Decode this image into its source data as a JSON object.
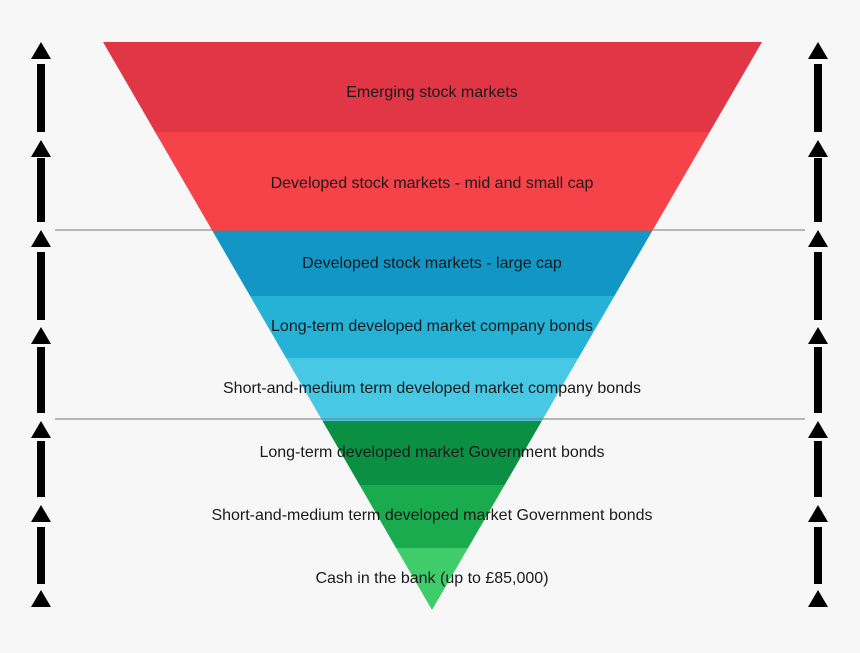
{
  "colors": {
    "background": "#f7f7f7",
    "arrows": "#000000",
    "divider_lines": "#777777",
    "text": "#1a1a1a"
  },
  "bands": [
    {
      "label": "Emerging stock markets",
      "color": "#e03646"
    },
    {
      "label": "Developed stock markets - mid and small cap",
      "color": "#f64349"
    },
    {
      "label": "Developed stock markets - large cap",
      "color": "#1196c6"
    },
    {
      "label": "Long-term developed market company bonds",
      "color": "#26b1d7"
    },
    {
      "label": "Short-and-medium term developed market company bonds",
      "color": "#48c8e5"
    },
    {
      "label": "Long-term developed market Government bonds",
      "color": "#0b8f42"
    },
    {
      "label": "Short-and-medium term developed market Government bonds",
      "color": "#1aab4f"
    },
    {
      "label": "Cash in the bank (up to £85,000)",
      "color": "#3fcd6c"
    }
  ]
}
